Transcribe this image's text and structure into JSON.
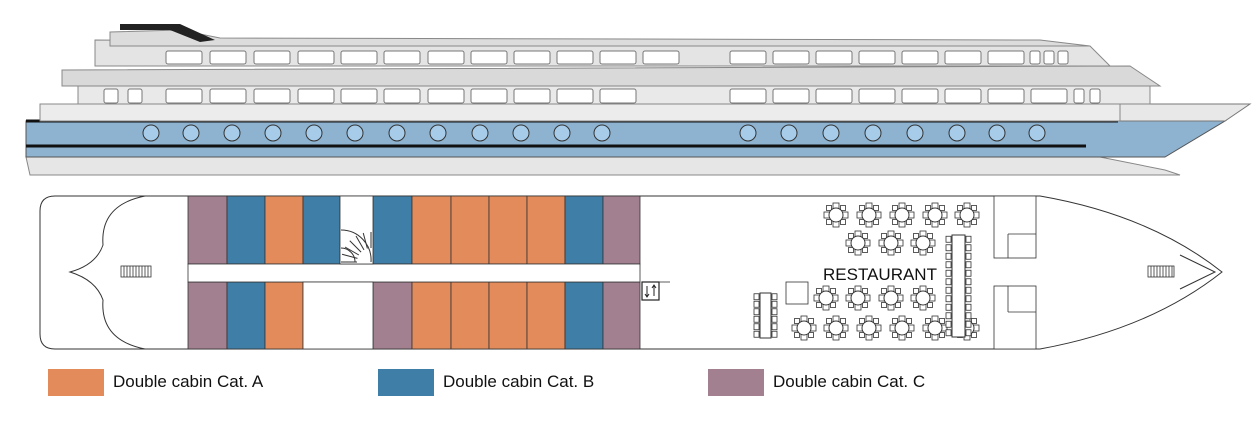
{
  "deck_plan": {
    "restaurant_label": "RESTAURANT"
  },
  "colors": {
    "cat_a": "#E38B5A",
    "cat_b": "#3F7EA6",
    "cat_c": "#A2808F",
    "hull_blue": "#8DB3D1",
    "porthole": "#A7CCE9"
  },
  "legend": [
    {
      "label": "Double cabin Cat. A",
      "color": "#E38B5A"
    },
    {
      "label": "Double cabin Cat. B",
      "color": "#3F7EA6"
    },
    {
      "label": "Double cabin Cat. C",
      "color": "#A2808F"
    }
  ],
  "icons": [
    "staircase-icon",
    "elevator-icon",
    "gangway-icon",
    "table-icon",
    "chair-icon"
  ]
}
